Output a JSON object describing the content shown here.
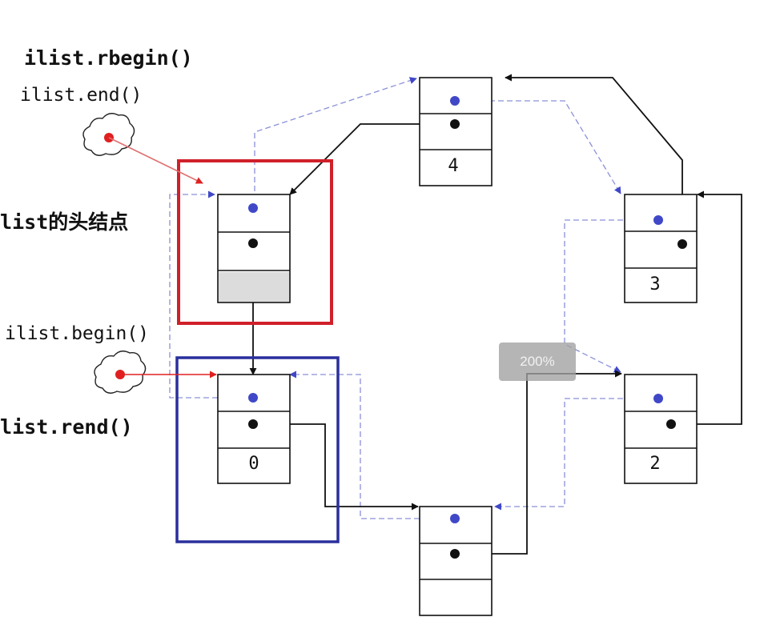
{
  "labels": {
    "rbegin": "ilist.rbegin()",
    "end": "ilist.end()",
    "head_node": "ilist的头结点",
    "begin": "ilist.begin()",
    "rend": "ilist.rend()"
  },
  "nodes": [
    {
      "id": "head",
      "value": ""
    },
    {
      "id": "n0",
      "value": "0"
    },
    {
      "id": "n1",
      "value": ""
    },
    {
      "id": "n2",
      "value": "2"
    },
    {
      "id": "n3",
      "value": "3"
    },
    {
      "id": "n4",
      "value": "4"
    }
  ],
  "zoom_badge": "200%",
  "colors": {
    "head_highlight": "#d0202a",
    "begin_highlight": "#2a2f9c",
    "next_pointer": "#111111",
    "prev_pointer": "#4048c8",
    "iterator_marker": "#e02020"
  }
}
